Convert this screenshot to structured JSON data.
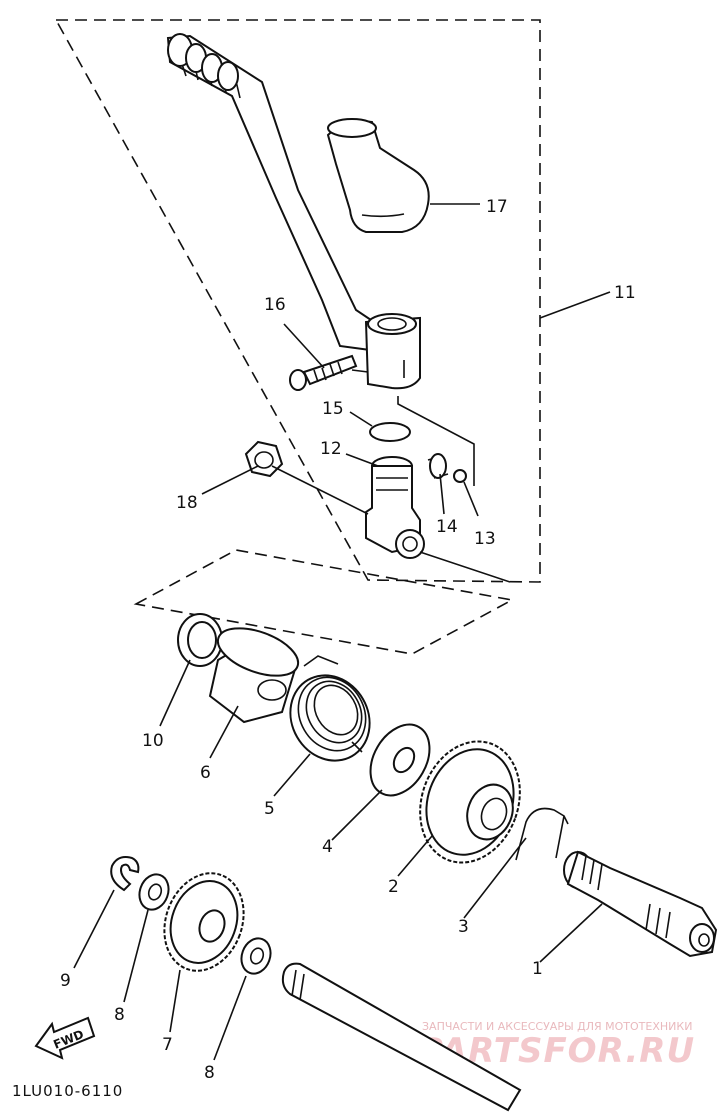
{
  "diagram": {
    "drawing_code": "1LU010-6110",
    "fwd_label": "FWD",
    "watermark": {
      "tagline": "ЗАПЧАСТИ И АКСЕССУАРЫ ДЛЯ МОТОТЕХНИКИ",
      "logo": "PARTSFOR.RU"
    },
    "callouts": {
      "c1": "1",
      "c2": "2",
      "c3": "3",
      "c4": "4",
      "c5": "5",
      "c6": "6",
      "c7": "7",
      "c8a": "8",
      "c8b": "8",
      "c9": "9",
      "c10": "10",
      "c11": "11",
      "c12": "12",
      "c13": "13",
      "c14": "14",
      "c15": "15",
      "c16": "16",
      "c17": "17",
      "c18": "18"
    }
  }
}
